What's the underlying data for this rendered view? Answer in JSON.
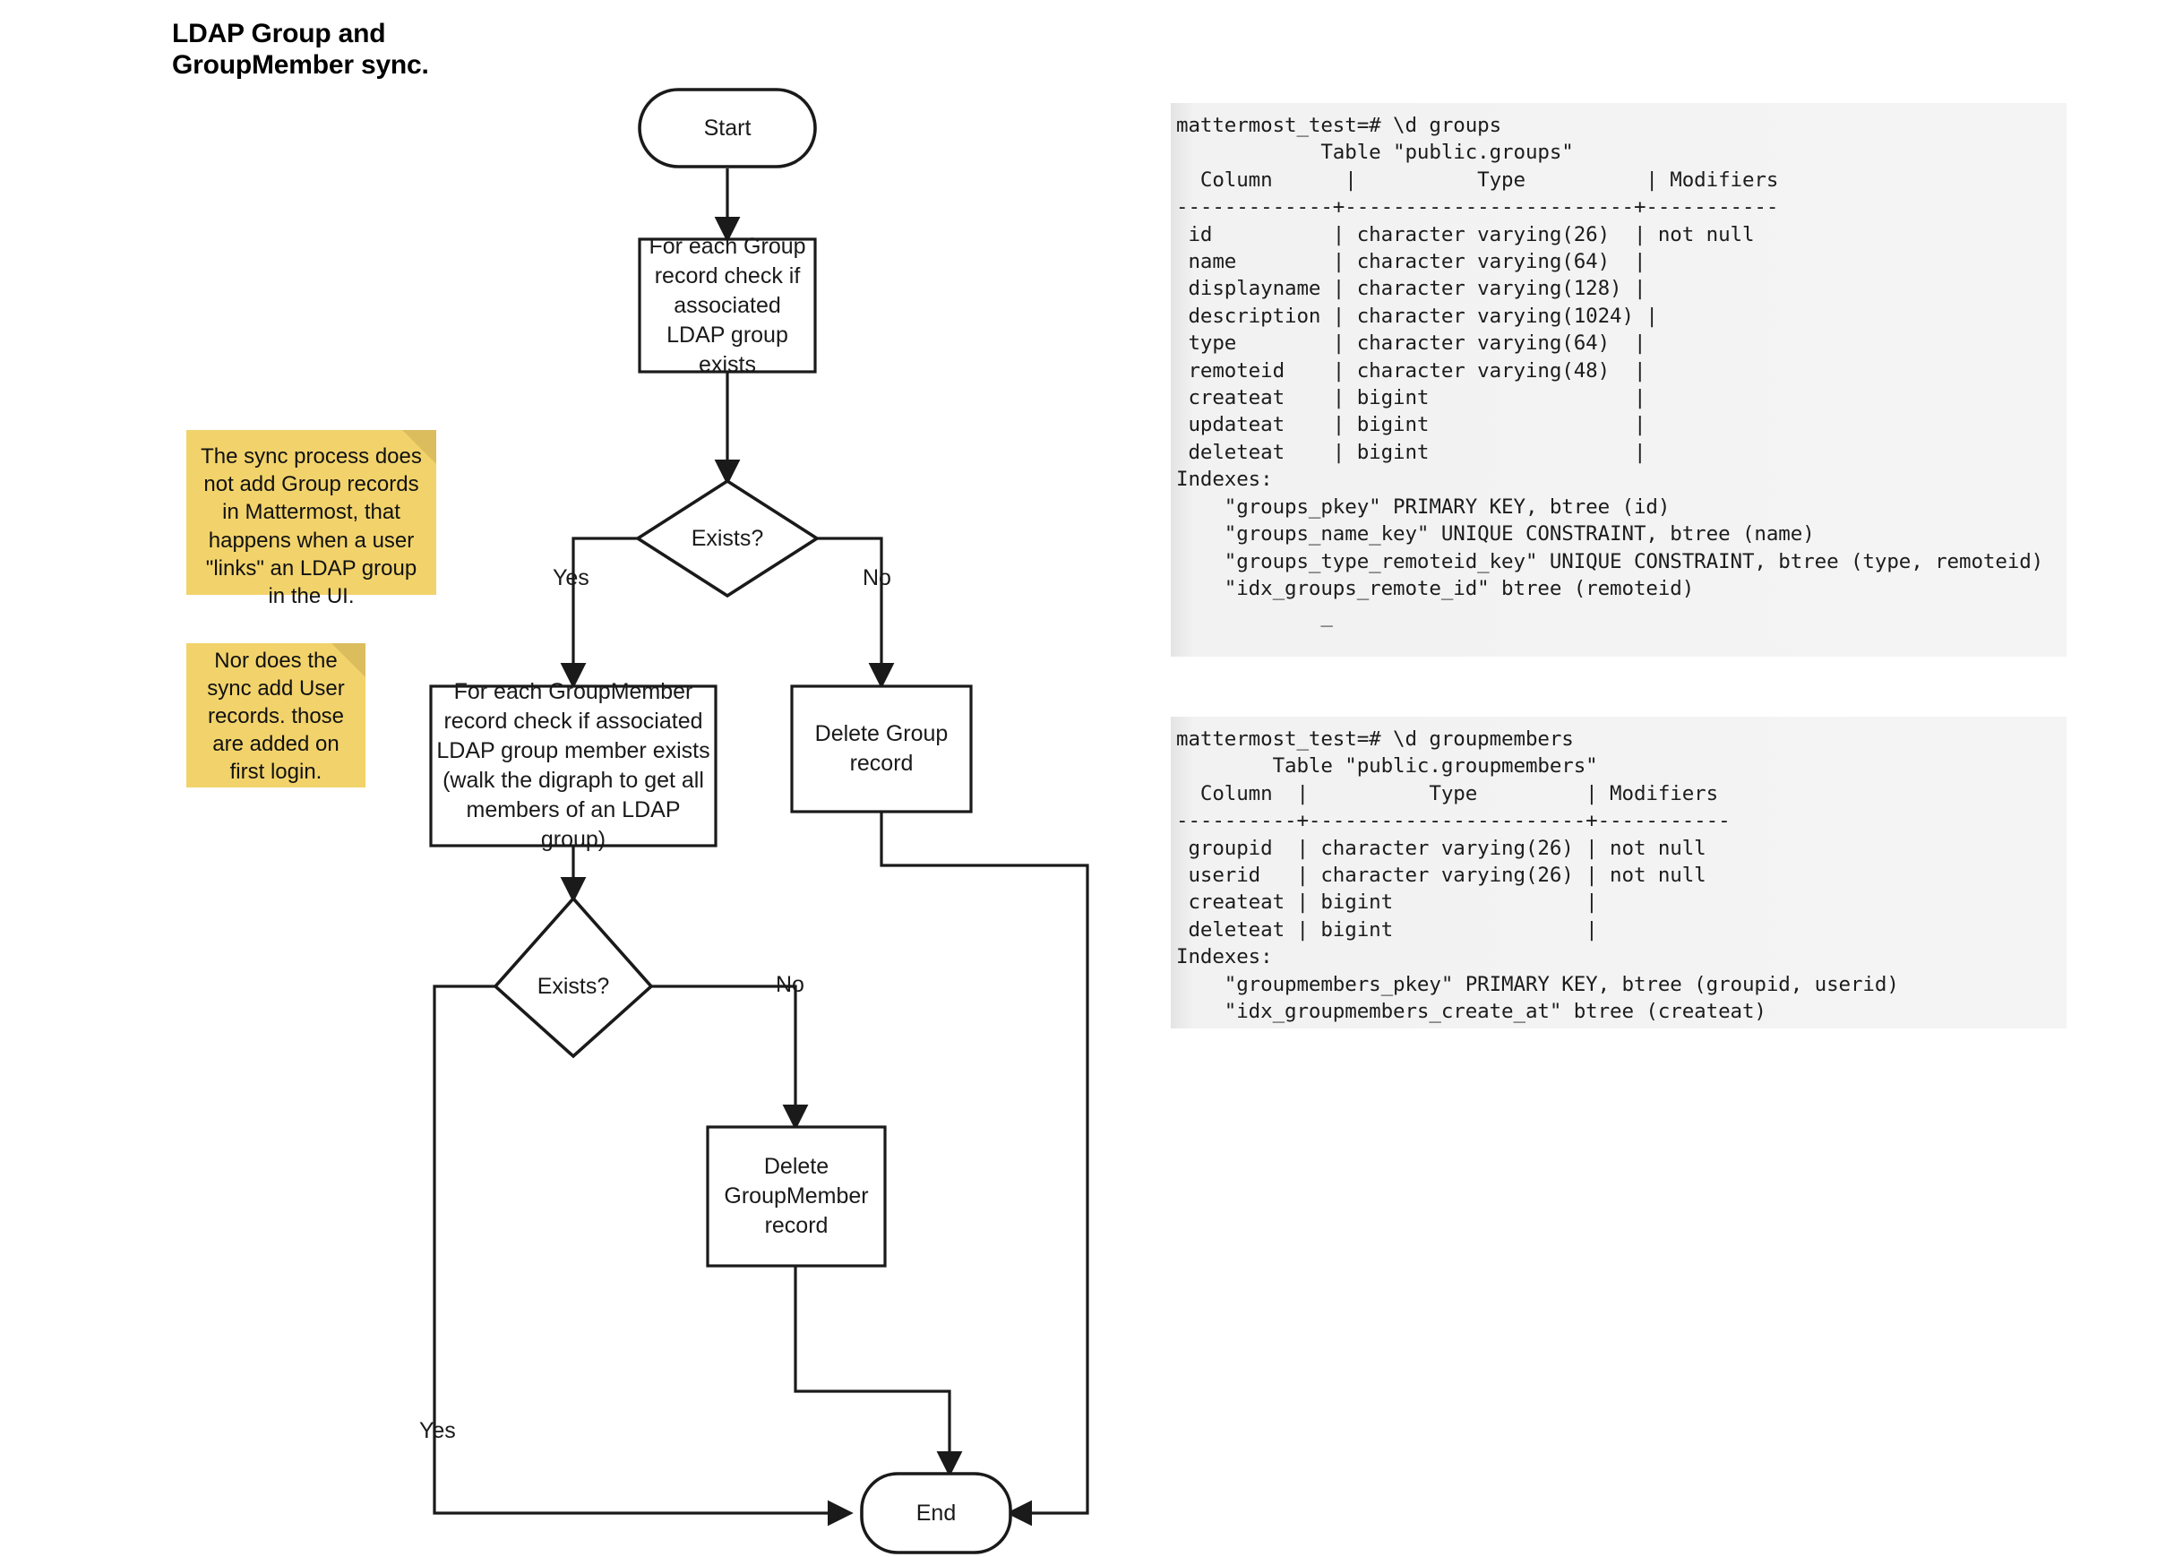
{
  "title": {
    "line1": "LDAP Group and",
    "line2": "GroupMember sync."
  },
  "flowchart": {
    "nodes": {
      "start": "Start",
      "check_group": "For each Group record check if associated LDAP group exists",
      "exists_1": "Exists?",
      "check_groupmember": "For each GroupMember record check if associated LDAP group member exists (walk the digraph to get all members of an LDAP group)",
      "delete_group": "Delete Group record",
      "exists_2": "Exists?",
      "delete_groupmember": "Delete GroupMember record",
      "end": "End"
    },
    "edge_labels": {
      "exists1_yes": "Yes",
      "exists1_no": "No",
      "exists2_no": "No",
      "exists2_yes": "Yes"
    }
  },
  "notes": [
    {
      "id": "note-sync-no-group-add",
      "text": "The sync process does not add Group records in Mattermost, that happens when a user \"links\" an LDAP group in the UI."
    },
    {
      "id": "note-sync-no-user-add",
      "text": "Nor does the sync add User records. those are added on first login."
    }
  ],
  "terminals": [
    {
      "id": "groups-table-output",
      "prompt": "mattermost_test=# \\d groups",
      "table_caption": "            Table \"public.groups\"",
      "header": "  Column      |          Type          | Modifiers ",
      "divider": "-------------+------------------------+-----------",
      "rows": [
        " id          | character varying(26)  | not null",
        " name        | character varying(64)  |",
        " displayname | character varying(128) |",
        " description | character varying(1024) |",
        " type        | character varying(64)  |",
        " remoteid    | character varying(48)  |",
        " createat    | bigint                 |",
        " updateat    | bigint                 |",
        " deleteat    | bigint                 |"
      ],
      "indexes_label": "Indexes:",
      "indexes": [
        "    \"groups_pkey\" PRIMARY KEY, btree (id)",
        "    \"groups_name_key\" UNIQUE CONSTRAINT, btree (name)",
        "    \"groups_type_remoteid_key\" UNIQUE CONSTRAINT, btree (type, remoteid)",
        "    \"idx_groups_remote_id\" btree (remoteid)"
      ],
      "cursor": "            _"
    },
    {
      "id": "groupmembers-table-output",
      "prompt": "mattermost_test=# \\d groupmembers",
      "table_caption": "        Table \"public.groupmembers\"",
      "header": "  Column  |          Type         | Modifiers ",
      "divider": "----------+-----------------------+-----------",
      "rows": [
        " groupid  | character varying(26) | not null",
        " userid   | character varying(26) | not null",
        " createat | bigint                |",
        " deleteat | bigint                |"
      ],
      "indexes_label": "Indexes:",
      "indexes": [
        "    \"groupmembers_pkey\" PRIMARY KEY, btree (groupid, userid)",
        "    \"idx_groupmembers_create_at\" btree (createat)"
      ],
      "cursor": ""
    }
  ],
  "colors": {
    "stroke": "#1a1a1a",
    "note_bg": "#f2d36b",
    "note_fold": "#dbbd5e",
    "terminal_bg": "#f4f4f4",
    "text": "#000000"
  }
}
